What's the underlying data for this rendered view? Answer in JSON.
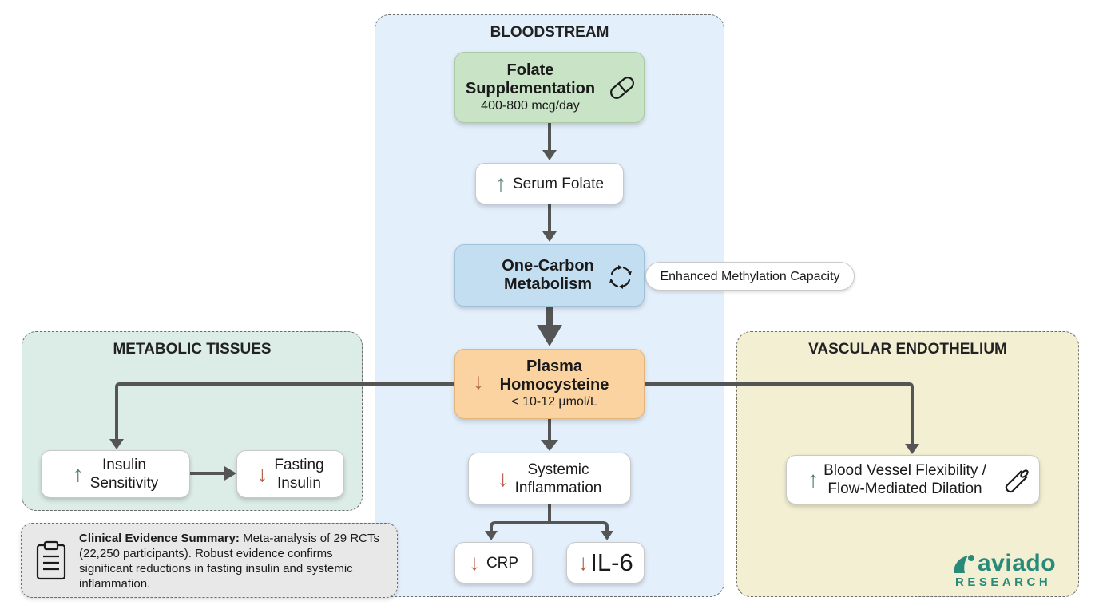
{
  "regions": {
    "bloodstream": "BLOODSTREAM",
    "metabolic": "METABOLIC TISSUES",
    "vascular": "VASCULAR ENDOTHELIUM"
  },
  "nodes": {
    "folate_title_1": "Folate",
    "folate_title_2": "Supplementation",
    "folate_dose": "400-800 mcg/day",
    "serum_folate": "Serum Folate",
    "one_carbon_1": "One-Carbon",
    "one_carbon_2": "Metabolism",
    "methylation": "Enhanced Methylation Capacity",
    "homocysteine_1": "Plasma",
    "homocysteine_2": "Homocysteine",
    "homocysteine_target": "< 10-12 µmol/L",
    "systemic_1": "Systemic",
    "systemic_2": "Inflammation",
    "crp": "CRP",
    "il6": "IL-6",
    "insulin_sens_1": "Insulin",
    "insulin_sens_2": "Sensitivity",
    "fasting_1": "Fasting",
    "fasting_2": "Insulin",
    "vessel_1": "Blood Vessel Flexibility /",
    "vessel_2": "Flow-Mediated Dilation"
  },
  "evidence": {
    "label": "Clinical Evidence Summary:",
    "text": " Meta-analysis of 29 RCTs (22,250 participants). Robust evidence confirms significant reductions in fasting insulin and systemic inflammation."
  },
  "logo": {
    "name": "aviado",
    "sub": "RESEARCH"
  },
  "icons": [
    "pill-icon",
    "cycle-icon",
    "clipboard-icon",
    "blood-vessel-icon"
  ],
  "colors": {
    "bloodstream_bg": "#e3effb",
    "metabolic_bg": "#dcece6",
    "vascular_bg": "#f3efd3",
    "folate_node": "#c9e3c6",
    "one_carbon_node": "#c3def1",
    "homocysteine_node": "#fbd3a1",
    "arrow_up": "#557a74",
    "arrow_down": "#b5634a",
    "logo_teal": "#2a8a7a"
  }
}
